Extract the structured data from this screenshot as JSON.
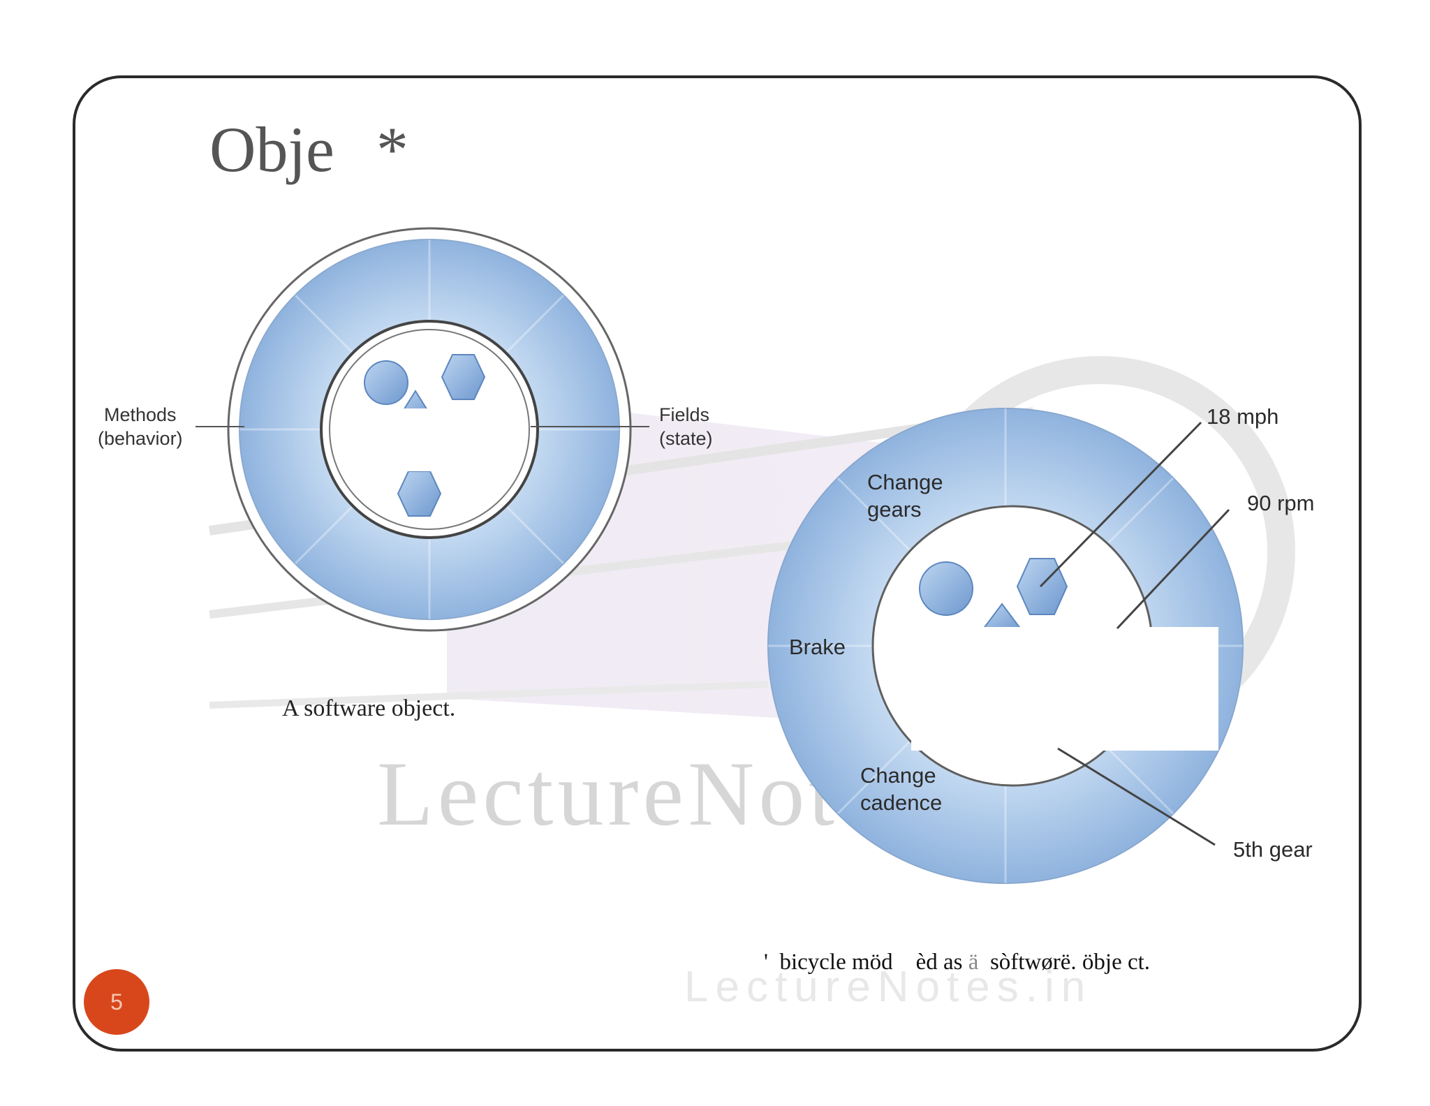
{
  "slide": {
    "title": "Obje",
    "title_symbol": "*",
    "page_number": "5"
  },
  "watermark": {
    "main": "LectureNotes.in",
    "footer": "LectureNotes.in"
  },
  "software_object": {
    "methods_label": "Methods\n(behavior)",
    "fields_label": "Fields\n(state)",
    "caption": "A software object."
  },
  "bicycle_object": {
    "methods": [
      "Change gears",
      "Brake",
      "Change cadence"
    ],
    "fields": [
      "18 mph",
      "90 rpm",
      "5th gear"
    ],
    "caption_parts": [
      "'  bicycle möd    èd as ",
      "ä",
      "  sòftwørë. öbje ct."
    ]
  },
  "colors": {
    "ring_blue": "#9dbde3",
    "ring_light": "#c9dcf1",
    "badge": "#d8471c"
  }
}
